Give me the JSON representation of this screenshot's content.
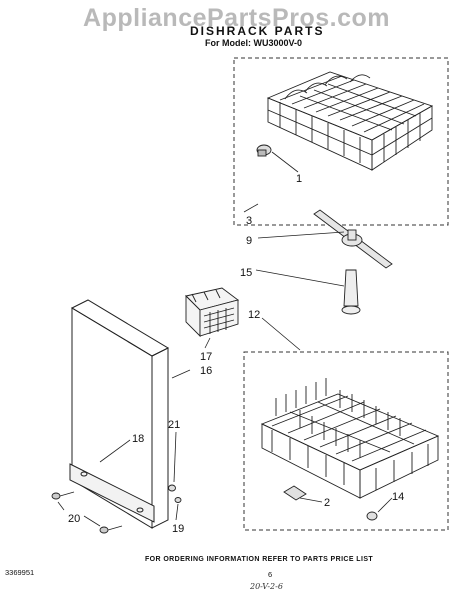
{
  "watermark": "AppliancePartsPros.com",
  "title": "DISHRACK PARTS",
  "model_line": "For Model: WU3000V-0",
  "footer_note": "FOR ORDERING INFORMATION REFER TO PARTS PRICE LIST",
  "document_number": "3369951",
  "page_number": "6",
  "handwritten_code": "20-V-2-6",
  "callouts": {
    "c1": "1",
    "c2": "2",
    "c3": "3",
    "c9": "9",
    "c12": "12",
    "c14": "14",
    "c15": "15",
    "c16": "16",
    "c17": "17",
    "c18": "18",
    "c19": "19",
    "c20": "20",
    "c21": "21"
  }
}
